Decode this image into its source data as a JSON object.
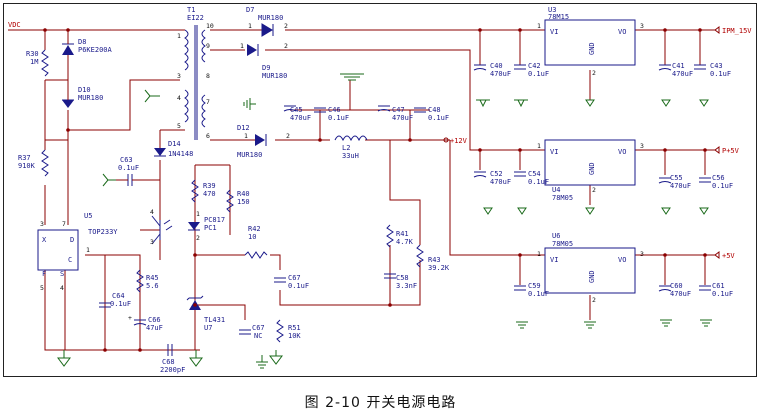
{
  "caption": "图 2-10 开关电源电路",
  "nets": {
    "vdc": "VDC",
    "ipm": "IPM_15V",
    "p5v": "P+5V",
    "p5v2": "+5V",
    "p12v": "+12V"
  },
  "components": {
    "T1": {
      "ref": "T1",
      "val": "EI22"
    },
    "D7": {
      "ref": "D7",
      "val": "MUR180"
    },
    "D9": {
      "ref": "D9",
      "val": "MUR180"
    },
    "D12": {
      "ref": "D12",
      "val": "MUR180"
    },
    "D8": {
      "ref": "D8",
      "val": "P6KE200A"
    },
    "D10": {
      "ref": "D10",
      "val": "MUR180"
    },
    "D14": {
      "ref": "D14",
      "val": "1N4148"
    },
    "R30": {
      "ref": "R30",
      "val": "1M"
    },
    "R37": {
      "ref": "R37",
      "val": "910K"
    },
    "U5": {
      "ref": "U5",
      "val": "TOP233Y"
    },
    "C63": {
      "ref": "C63",
      "val": "0.1uF"
    },
    "C64": {
      "ref": "C64",
      "val": "0.1uF"
    },
    "C66": {
      "ref": "C66",
      "val": "47uF"
    },
    "C68": {
      "ref": "C68",
      "val": "2200pF"
    },
    "R45": {
      "ref": "R45",
      "val": "5.6"
    },
    "R39": {
      "ref": "R39",
      "val": "470"
    },
    "R40": {
      "ref": "R40",
      "val": "150"
    },
    "PC817": {
      "ref": "PC817",
      "val": "PC1"
    },
    "R42": {
      "ref": "R42",
      "val": "10"
    },
    "C67a": {
      "ref": "C67",
      "val": "0.1uF"
    },
    "C67b": {
      "ref": "C67",
      "val": "NC"
    },
    "R51": {
      "ref": "R51",
      "val": "10K"
    },
    "TL431": {
      "ref": "TL431",
      "val": "U7"
    },
    "C45": {
      "ref": "C45",
      "val": "470uF"
    },
    "C46": {
      "ref": "C46",
      "val": "0.1uF"
    },
    "C47": {
      "ref": "C47",
      "val": "470uF"
    },
    "C48": {
      "ref": "C48",
      "val": "0.1uF"
    },
    "L2": {
      "ref": "L2",
      "val": "33uH"
    },
    "R41": {
      "ref": "R41",
      "val": "4.7K"
    },
    "R43": {
      "ref": "R43",
      "val": "39.2K"
    },
    "C58": {
      "ref": "C58",
      "val": "3.3nF"
    },
    "C40": {
      "ref": "C40",
      "val": "470uF"
    },
    "C42": {
      "ref": "C42",
      "val": "0.1uF"
    },
    "U3": {
      "ref": "U3",
      "val": "78M15"
    },
    "C41": {
      "ref": "C41",
      "val": "470uF"
    },
    "C43": {
      "ref": "C43",
      "val": "0.1uF"
    },
    "C52": {
      "ref": "C52",
      "val": "470uF"
    },
    "C54": {
      "ref": "C54",
      "val": "0.1uF"
    },
    "U4": {
      "ref": "U4",
      "val": "78M05"
    },
    "C55": {
      "ref": "C55",
      "val": "470uF"
    },
    "C56": {
      "ref": "C56",
      "val": "0.1uF"
    },
    "U6": {
      "ref": "U6",
      "val": "78M05"
    },
    "C59": {
      "ref": "C59",
      "val": "0.1uF"
    },
    "C60": {
      "ref": "C60",
      "val": "470uF"
    },
    "C61": {
      "ref": "C61",
      "val": "0.1uF"
    }
  },
  "pins": {
    "vi": "VI",
    "vo": "VO",
    "gnd": "GND",
    "d": "D",
    "c": "C",
    "s": "S",
    "x": "X",
    "f": "F"
  }
}
